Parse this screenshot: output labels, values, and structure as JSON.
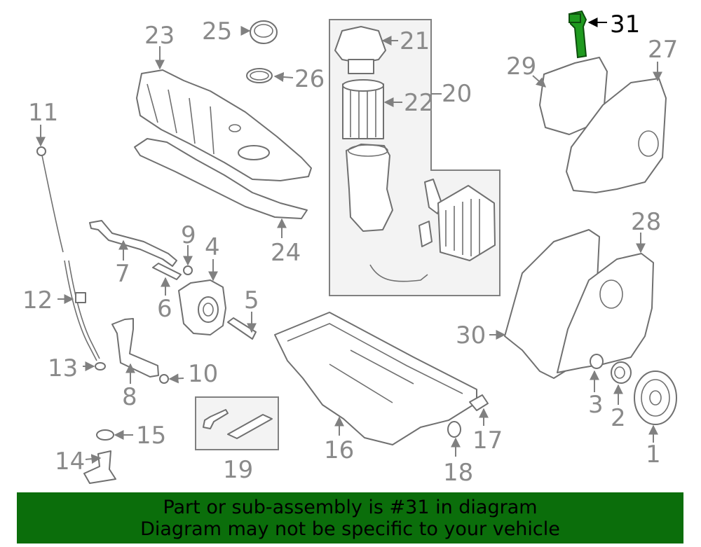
{
  "diagram": {
    "highlight_color": "#1f9a1f",
    "highlighted_part": "31",
    "callouts": [
      "1",
      "2",
      "3",
      "4",
      "5",
      "6",
      "7",
      "8",
      "9",
      "10",
      "11",
      "12",
      "13",
      "14",
      "15",
      "16",
      "17",
      "18",
      "19",
      "20",
      "21",
      "22",
      "23",
      "24",
      "25",
      "26",
      "27",
      "28",
      "29",
      "30",
      "31"
    ]
  },
  "banner": {
    "line1": "Part or sub-assembly is #31 in diagram",
    "line2": "Diagram may not be specific to your vehicle",
    "background": "#0b6e0b"
  }
}
